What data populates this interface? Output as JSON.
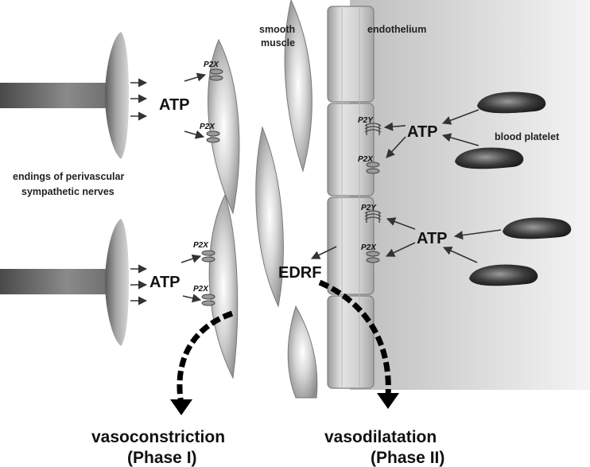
{
  "labels": {
    "smooth_muscle_line1": "smooth",
    "smooth_muscle_line2": "muscle",
    "endothelium": "endothelium",
    "blood_platelet": "blood platelet",
    "nerve_line1": "endings of perivascular",
    "nerve_line2": "sympathetic nerves",
    "edrf": "EDRF",
    "vasoconstriction": "vasoconstriction",
    "phase1": "(Phase I)",
    "vasodilatation": "vasodilatation",
    "phase2": "(Phase II)"
  },
  "atp": {
    "nerve_top": "ATP",
    "nerve_bottom": "ATP",
    "platelet_top": "ATP",
    "platelet_bottom": "ATP"
  },
  "receptors": {
    "smooth_top_1": "P2X",
    "smooth_top_2": "P2X",
    "smooth_bottom_1": "P2X",
    "smooth_bottom_2": "P2X",
    "endo_mid_p2y": "P2Y",
    "endo_mid_p2x": "P2X",
    "endo_low_p2y": "P2Y",
    "endo_low_p2x": "P2X"
  }
}
